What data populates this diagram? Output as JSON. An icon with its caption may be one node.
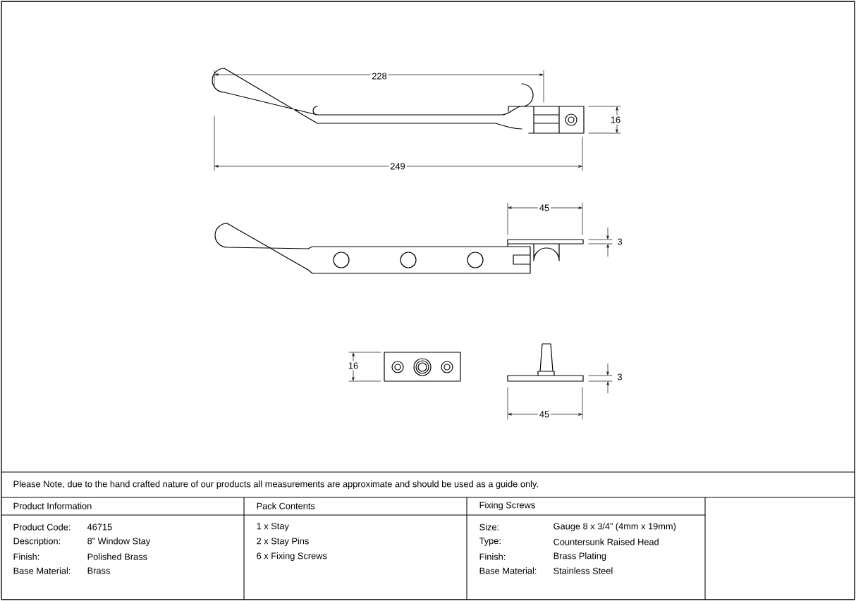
{
  "diagram": {
    "labels": [
      "228",
      "16",
      "249",
      "45",
      "3",
      "16",
      "3",
      "45",
      "Please Note, due to the hand crafted nature of our products all measurements are approximate and should be used as a guide only.",
      "Product Information",
      "Pack Contents",
      "Fixing Screws",
      "Product Code:",
      "46715",
      "1 x Stay",
      "Size:",
      "Gauge 8 x 3/4” (4mm x 19mm)",
      "Description:",
      "8” Window Stay",
      "2 x Stay Pins",
      "Type:",
      "Countersunk Raised Head",
      "Finish:",
      "Polished Brass",
      "6 x Fixing Screws",
      "Finish:",
      "Brass Plating",
      "Base Material:",
      "Brass",
      "Base Material:",
      "Stainless Steel"
    ]
  }
}
